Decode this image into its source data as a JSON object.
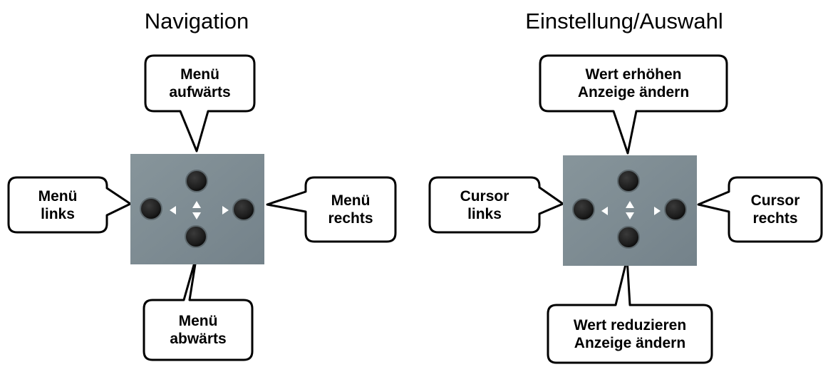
{
  "navigation": {
    "title": "Navigation",
    "up": "Menü\naufwärts",
    "down": "Menü\nabwärts",
    "left": "Menü\nlinks",
    "right": "Menü\nrechts"
  },
  "settings": {
    "title": "Einstellung/Auswahl",
    "up": "Wert erhöhen\nAnzeige ändern",
    "down": "Wert reduzieren\nAnzeige ändern",
    "left": "Cursor\nlinks",
    "right": "Cursor\nrechts"
  },
  "colors": {
    "panel": "#7e8c92",
    "button": "#262626",
    "arrow": "#ffffff",
    "bubble_stroke": "#000000"
  },
  "icons": [
    "arrow-up-icon",
    "arrow-down-icon",
    "arrow-left-icon",
    "arrow-right-icon"
  ]
}
